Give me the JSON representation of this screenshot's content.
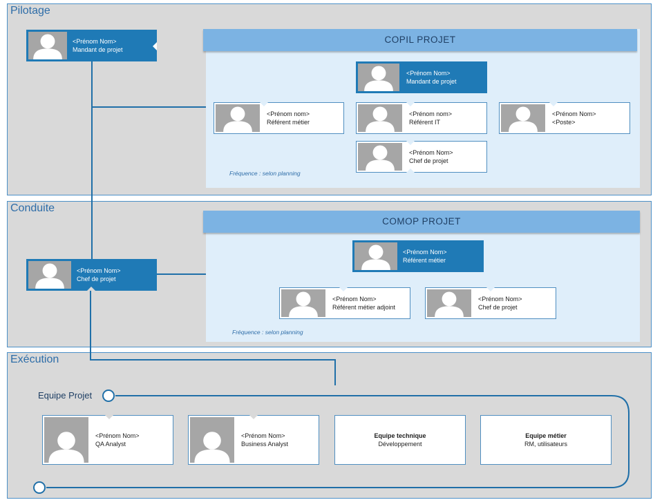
{
  "sections": {
    "pilotage": "Pilotage",
    "conduite": "Conduite",
    "execution": "Exécution"
  },
  "copil": {
    "title": "COPIL PROJET",
    "frequency": "Fréquence : selon planning",
    "mandant": {
      "name": "<Prénom Nom>",
      "role": "Mandant de projet"
    },
    "referent_metier": {
      "name": "<Prénom nom>",
      "role": "Référent métier"
    },
    "referent_it": {
      "name": "<Prénom nom>",
      "role": "Référent IT"
    },
    "poste": {
      "name": "<Prénom Nom>",
      "role": "<Poste>"
    },
    "chef_projet": {
      "name": "<Prénom Nom>",
      "role": "Chef de projet"
    }
  },
  "pilotage_card": {
    "name": "<Prénom Nom>",
    "role": "Mandant de projet"
  },
  "conduite_card": {
    "name": "<Prénom Nom>",
    "role": "Chef de projet"
  },
  "comop": {
    "title": "COMOP PROJET",
    "frequency": "Fréquence : selon planning",
    "referent_metier": {
      "name": "<Prénom Nom>",
      "role": "Référent métier"
    },
    "referent_adjoint": {
      "name": "<Prénom Nom>",
      "role": "Référent métier adjoint"
    },
    "chef_projet": {
      "name": "<Prénom Nom>",
      "role": "Chef de projet"
    }
  },
  "team": {
    "label": "Equipe Projet",
    "qa": {
      "name": "<Prénom Nom>",
      "role": "QA Analyst"
    },
    "ba": {
      "name": "<Prénom Nom>",
      "role": "Business Analyst"
    },
    "tech": {
      "name": "Equipe technique",
      "role": "Développement"
    },
    "metier": {
      "name": "Equipe métier",
      "role": "RM, utilisateurs"
    }
  },
  "colors": {
    "accent": "#1f7ab6",
    "header": "#7cb3e3",
    "panel": "#dfeefa",
    "band": "#d9d9d9",
    "placeholder": "#a6a6a6"
  },
  "icons": {
    "person": "person-silhouette-icon",
    "node": "circle-node-icon"
  }
}
